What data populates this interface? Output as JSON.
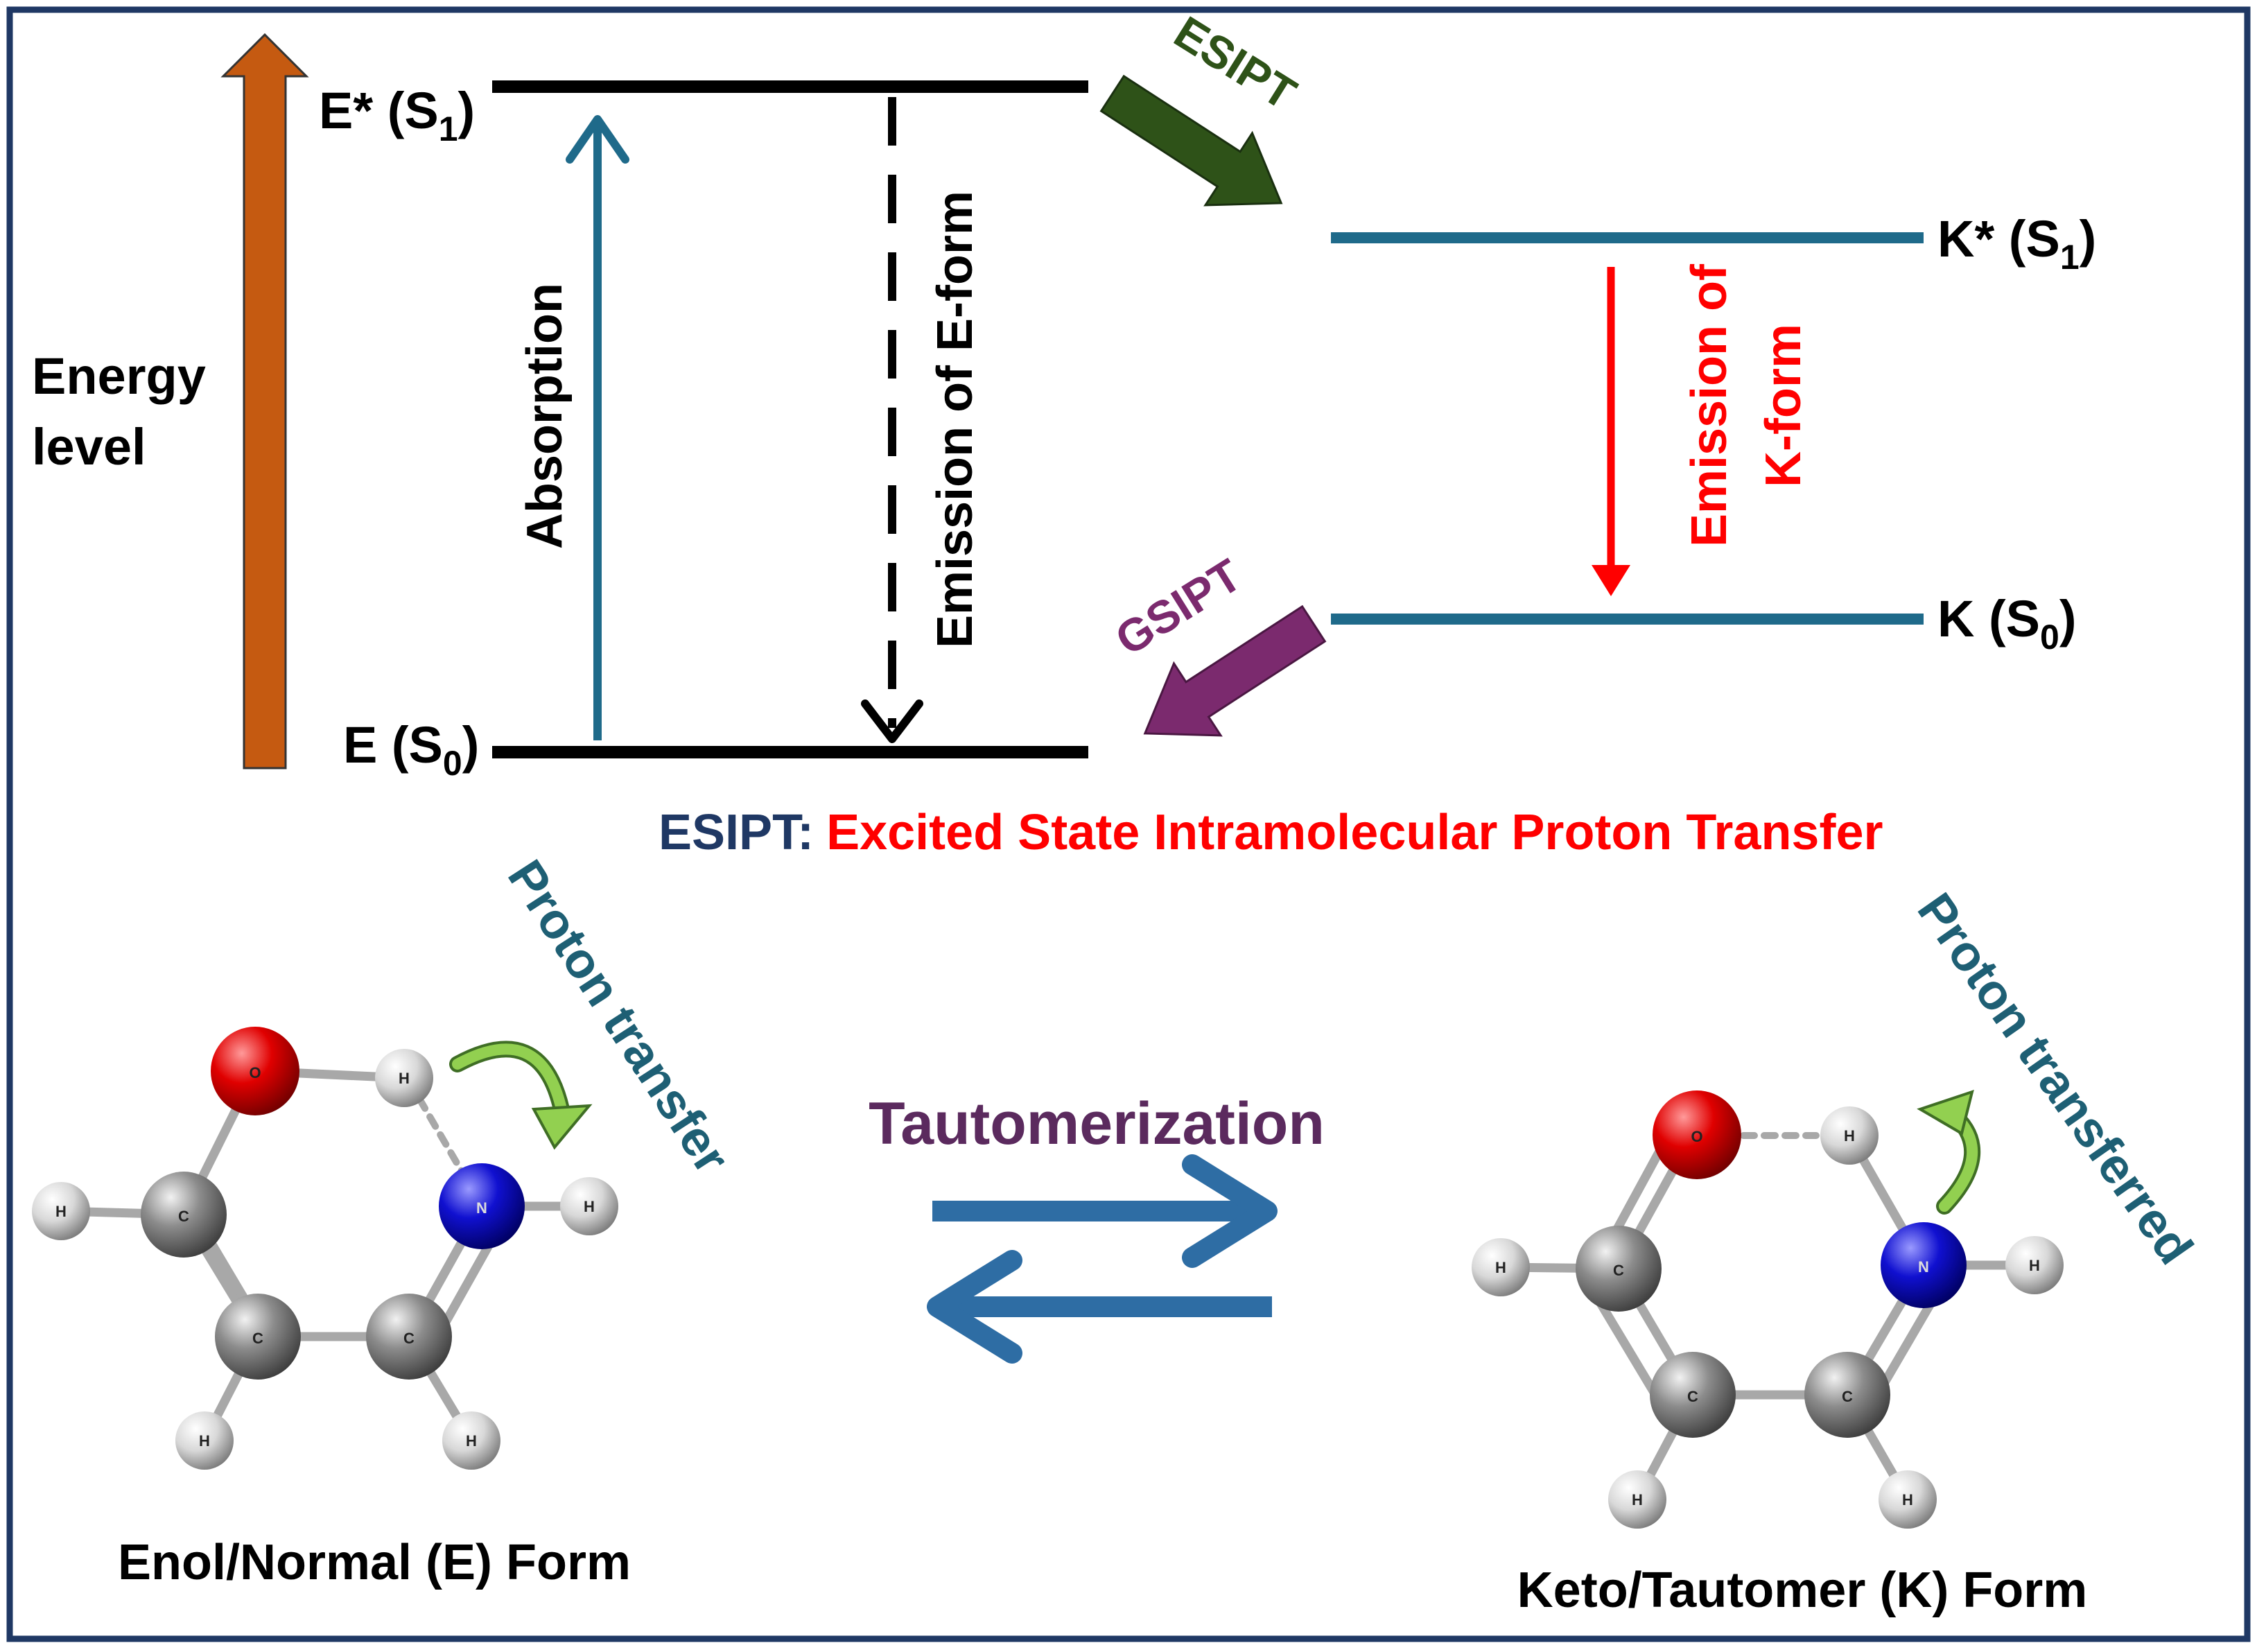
{
  "energy_diagram": {
    "y_axis_label": [
      "Energy",
      "level"
    ],
    "states": {
      "e_excited": {
        "main": "E* (S",
        "sub": "1",
        "close": ")"
      },
      "e_ground": {
        "main": "E (S",
        "sub": "0",
        "close": ")"
      },
      "k_excited": {
        "main": "K* (S",
        "sub": "1",
        "close": ")"
      },
      "k_ground": {
        "main": "K (S",
        "sub": "0",
        "close": ")"
      }
    },
    "processes": {
      "absorption": "Absorption",
      "emission_e": "Emission of E-form",
      "emission_k": [
        "Emission of",
        "K-form"
      ],
      "esipt": "ESIPT",
      "gsipt": "GSIPT"
    },
    "definition": {
      "term": "ESIPT:",
      "meaning": "Excited State Intramolecular Proton Transfer"
    }
  },
  "tautomerization": {
    "label": "Tautomerization",
    "enol": {
      "caption": "Enol/Normal (E) Form",
      "annotation": "Proton transfer",
      "atoms": {
        "o": "O",
        "n": "N",
        "c": "C",
        "h": "H"
      }
    },
    "keto": {
      "caption": "Keto/Tautomer (K) Form",
      "annotation": "Proton transferred",
      "atoms": {
        "o": "O",
        "n": "N",
        "c": "C",
        "h": "H"
      }
    }
  },
  "colors": {
    "border": "#1f3864",
    "energy_arrow": "#c55a11",
    "absorption": "#1f6a8a",
    "emission_k": "#ff0000",
    "esipt_arrow": "#2e5218",
    "gsipt_arrow": "#7b2a6e",
    "k_levels": "#1f6a8a",
    "definition_term": "#1f3864",
    "definition_meaning": "#ff0000",
    "tautomerization_text": "#5b2a5e",
    "equilibrium_arrows": "#2e6da4",
    "proton_text": "#1e5f74",
    "curved_arrow": "#92d050",
    "oxygen": "#e00000",
    "nitrogen": "#1010d0",
    "carbon": "#8c8c8c",
    "hydrogen": "#d8d8d8"
  }
}
